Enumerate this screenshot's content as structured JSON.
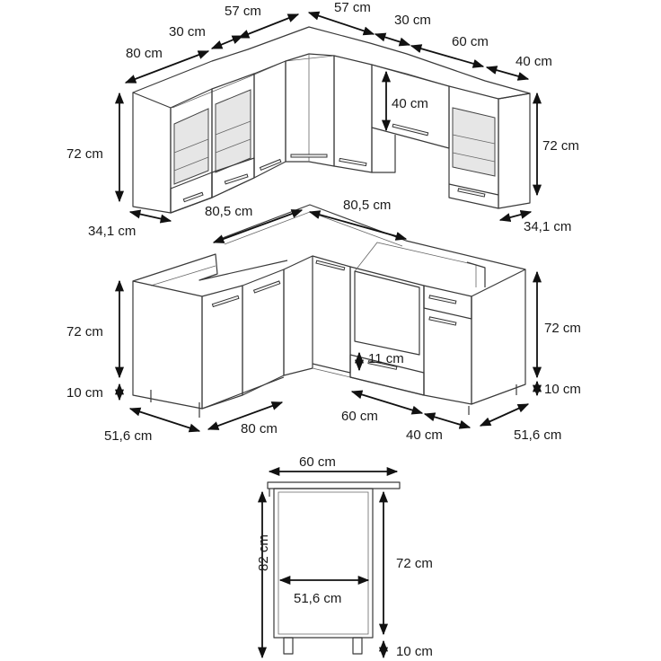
{
  "wall_units": {
    "depth_left": "80 cm",
    "top_left_30": "30 cm",
    "top_left_57": "57 cm",
    "top_right_57": "57 cm",
    "top_right_30": "30 cm",
    "top_right_60": "60 cm",
    "top_right_40": "40 cm",
    "height_left": "72 cm",
    "height_right": "72 cm",
    "drawer_40": "40 cm",
    "depth_bottom_left": "34,1 cm",
    "depth_bottom_right": "34,1 cm"
  },
  "base_units": {
    "top_80_5_left": "80,5 cm",
    "top_80_5_right": "80,5 cm",
    "height_left": "72 cm",
    "legs_left": "10 cm",
    "depth_left": "51,6 cm",
    "width_80": "80 cm",
    "drawer_11": "11 cm",
    "width_60": "60 cm",
    "width_40": "40 cm",
    "depth_right": "51,6 cm",
    "height_right": "72 cm",
    "legs_right": "10 cm"
  },
  "side_view": {
    "width_60": "60 cm",
    "total_height": "82 cm",
    "body_height": "72 cm",
    "depth": "51,6 cm",
    "legs": "10 cm"
  }
}
